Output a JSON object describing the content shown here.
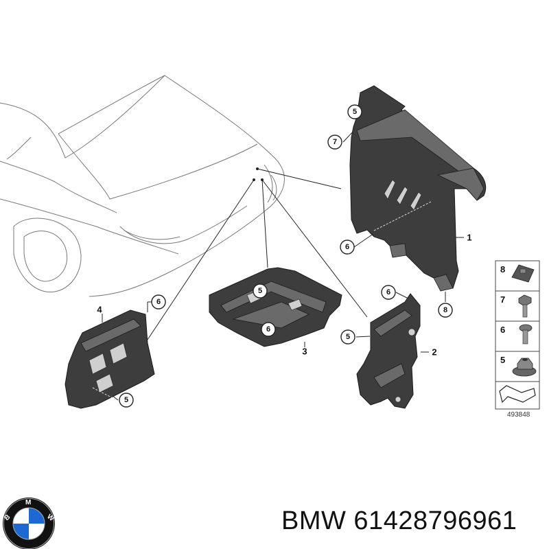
{
  "diagram": {
    "callouts": [
      {
        "id": "c5-top",
        "label": "5"
      },
      {
        "id": "c7",
        "label": "7"
      },
      {
        "id": "c6-mid",
        "label": "6"
      },
      {
        "id": "c8-bottom",
        "label": "8"
      },
      {
        "id": "c6-left",
        "label": "6"
      },
      {
        "id": "c5-center",
        "label": "5"
      },
      {
        "id": "c6-center",
        "label": "6"
      },
      {
        "id": "c6-right",
        "label": "6"
      },
      {
        "id": "c5-right",
        "label": "5"
      },
      {
        "id": "c5-left",
        "label": "5"
      }
    ],
    "part_numbers": [
      {
        "id": "p1",
        "label": "1"
      },
      {
        "id": "p2",
        "label": "2"
      },
      {
        "id": "p3",
        "label": "3"
      },
      {
        "id": "p4",
        "label": "4"
      }
    ],
    "legend": {
      "items": [
        {
          "label": "8",
          "icon": "clip-nut-icon"
        },
        {
          "label": "7",
          "icon": "hex-bolt-icon"
        },
        {
          "label": "6",
          "icon": "torx-screw-icon"
        },
        {
          "label": "5",
          "icon": "flange-nut-icon"
        }
      ],
      "ref_number": "493848"
    }
  },
  "brand": {
    "logo": "bmw-roundel-icon",
    "logo_letters": "BMW",
    "part_line": "BMW 61428796961"
  }
}
